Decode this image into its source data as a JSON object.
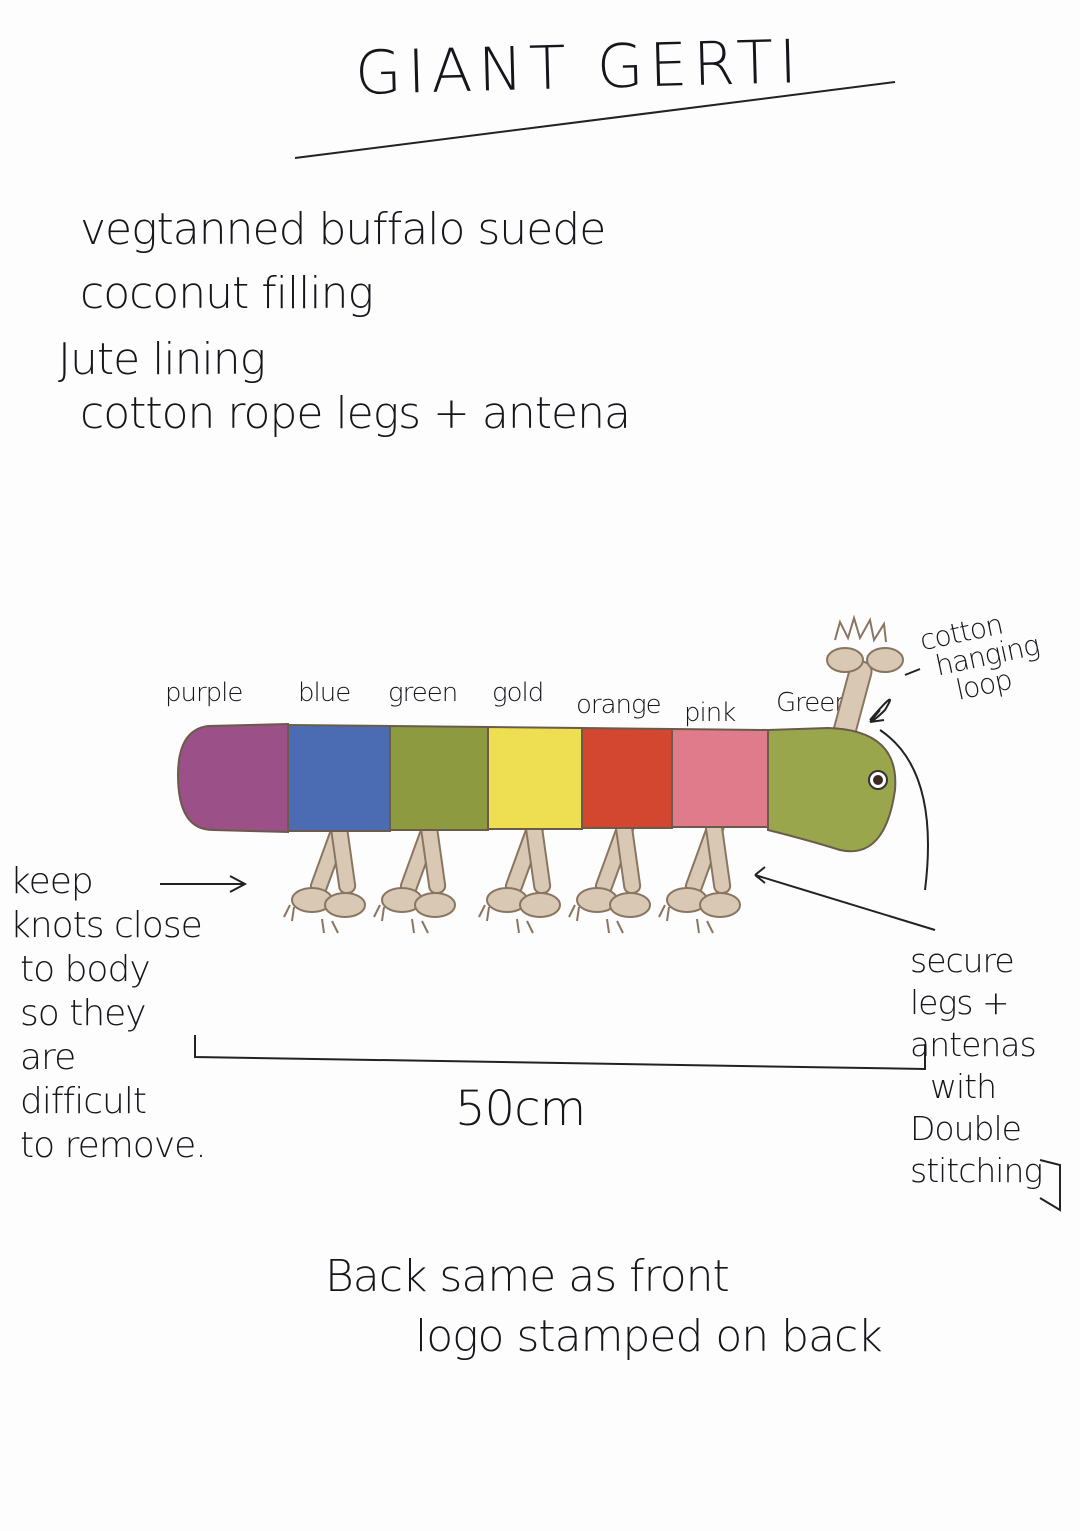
{
  "title": "GIANT GERTI",
  "materials": [
    "vegtanned buffalo suede",
    "coconut filling",
    "Jute lining",
    "cotton rope legs + antena"
  ],
  "segments": [
    {
      "label": "purple",
      "color": "#9b5087"
    },
    {
      "label": "blue",
      "color": "#4b6cb3"
    },
    {
      "label": "green",
      "color": "#8e9a3f"
    },
    {
      "label": "gold",
      "color": "#eedf52"
    },
    {
      "label": "orange",
      "color": "#d3462f"
    },
    {
      "label": "pink",
      "color": "#e07b8c"
    },
    {
      "label": "Green",
      "color": "#9aa64c"
    }
  ],
  "annotations": {
    "hanging_loop": [
      "cotton",
      "hanging",
      "loop"
    ],
    "knots": [
      "keep",
      "knots close",
      "to body",
      "so they",
      "are",
      "difficult",
      "to remove."
    ],
    "secure": [
      "secure",
      "legs +",
      "antenas",
      "with",
      "Double",
      "stitching"
    ]
  },
  "dimension": "50cm",
  "footer": [
    "Back same as front",
    "logo stamped on back"
  ]
}
